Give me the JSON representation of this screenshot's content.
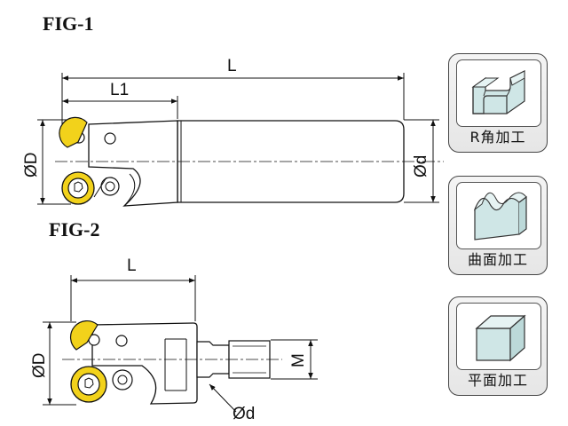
{
  "fig1": {
    "title": "FIG-1",
    "labels": {
      "L": "L",
      "L1": "L1",
      "OD": "ØD",
      "Od": "Ød"
    }
  },
  "fig2": {
    "title": "FIG-2",
    "labels": {
      "L": "L",
      "OD": "ØD",
      "M": "M",
      "Od": "Ød"
    }
  },
  "cards": [
    {
      "caption": "R角加工",
      "icon": "pocket-block-icon",
      "color": "#cfe6e6"
    },
    {
      "caption": "曲面加工",
      "icon": "curved-surface-icon",
      "color": "#cfe6e6"
    },
    {
      "caption": "平面加工",
      "icon": "flat-block-icon",
      "color": "#cfe6e6"
    }
  ],
  "colors": {
    "insert": "#f2d21b",
    "line": "#111111",
    "accent": "#cfe6e6"
  }
}
